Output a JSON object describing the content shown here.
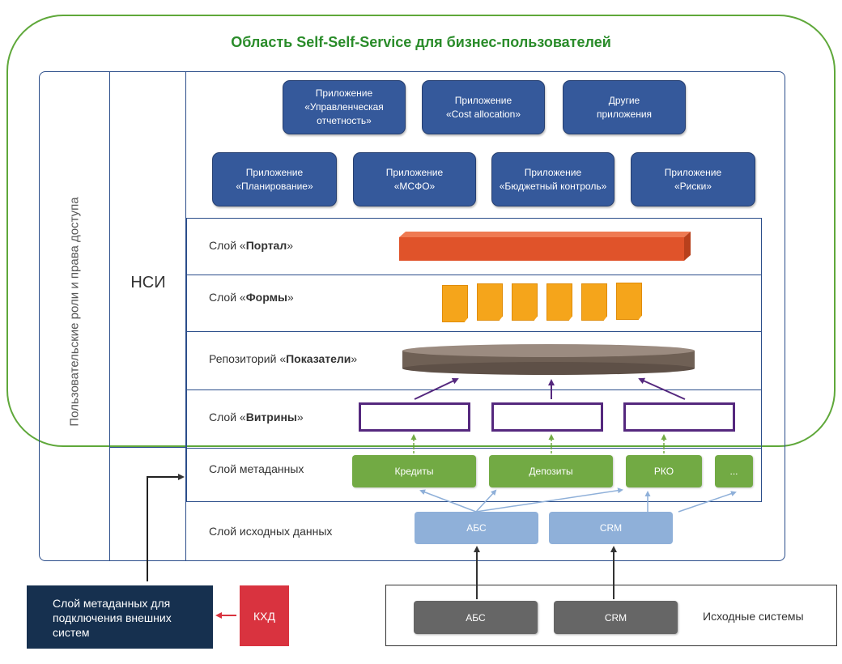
{
  "self_service_area": {
    "title": "Область Self-Self-Service для бизнес-пользователей"
  },
  "side_labels": {
    "roles": "Пользовательские роли и права доступа",
    "nsi": "НСИ"
  },
  "applications": {
    "row1": [
      {
        "label": "Приложение\n«Управленческая\nотчетность»"
      },
      {
        "label": "Приложение\n«Cost allocation»"
      },
      {
        "label": "Другие\nприложения"
      }
    ],
    "row2": [
      {
        "label": "Приложение\n«Планирование»"
      },
      {
        "label": "Приложение\n«МСФО»"
      },
      {
        "label": "Приложение\n«Бюджетный контроль»"
      },
      {
        "label": "Приложение\n«Риски»"
      }
    ]
  },
  "layers": {
    "portal": {
      "prefix": "Слой «",
      "name": "Портал",
      "suffix": "»"
    },
    "forms": {
      "prefix": "Слой «",
      "name": "Формы",
      "suffix": "»"
    },
    "repository": {
      "prefix": "Репозиторий «",
      "name": "Показатели",
      "suffix": "»"
    },
    "vitrines": {
      "prefix": "Слой «",
      "name": "Витрины",
      "suffix": "»"
    },
    "metadata": {
      "label": "Слой метаданных"
    },
    "source_data": {
      "label": "Слой исходных данных"
    }
  },
  "metadata_items": [
    {
      "label": "Кредиты"
    },
    {
      "label": "Депозиты"
    },
    {
      "label": "РКО"
    },
    {
      "label": "..."
    }
  ],
  "source_data_items": [
    {
      "label": "АБС"
    },
    {
      "label": "CRM"
    }
  ],
  "external": {
    "metadata_block": "Слой метаданных для\nподключения внешних\nсистем",
    "kxd": "КХД"
  },
  "source_systems": {
    "label": "Исходные системы",
    "items": [
      {
        "label": "АБС"
      },
      {
        "label": "CRM"
      }
    ]
  },
  "colors": {
    "green_area": "#5fa83a",
    "frame_blue": "#2b4d8a",
    "app_blue": "#35599b",
    "portal_orange": "#e0532a",
    "forms_yellow": "#f5a51b",
    "repository_brown": "#7a6a5e",
    "vitrine_purple": "#55287e",
    "metadata_green": "#72aa44",
    "source_light_blue": "#8fb0d9",
    "ext_navy": "#16304f",
    "kxd_red": "#d9333f",
    "system_gray": "#666666"
  }
}
